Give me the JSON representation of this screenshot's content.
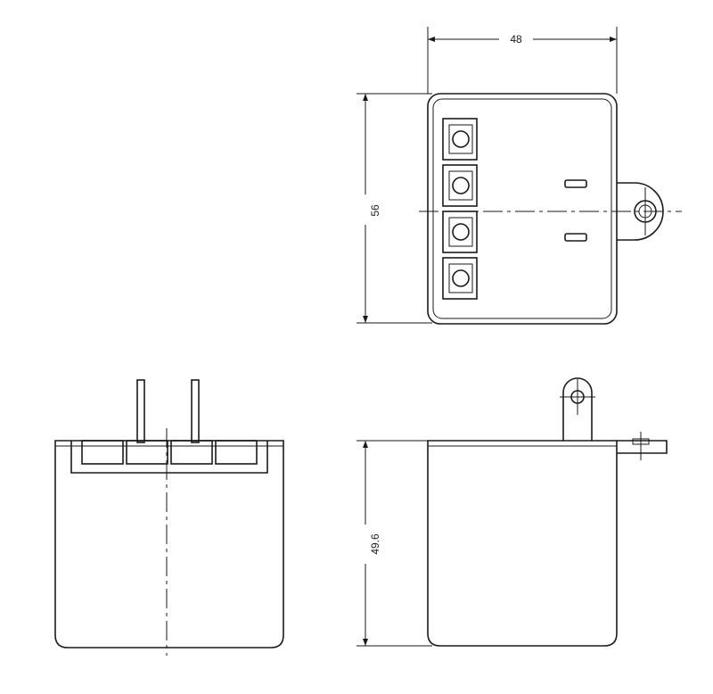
{
  "dimensions": {
    "width_label": "48",
    "height_label": "56",
    "depth_label": "49.6"
  },
  "terminal_count": 4
}
